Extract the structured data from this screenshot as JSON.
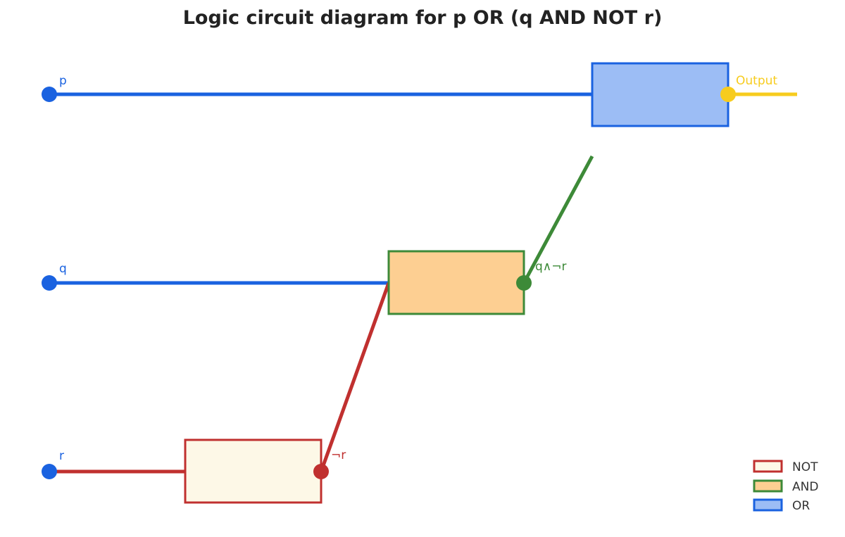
{
  "title": "Logic circuit diagram for p OR (q AND NOT r)",
  "colors": {
    "input": "#1a62e0",
    "not_stroke": "#c0302f",
    "not_fill": "#fdf8e7",
    "and_stroke": "#3d8a38",
    "and_fill": "#fdcf92",
    "or_stroke": "#1a62e0",
    "or_fill": "#9cbdf5",
    "output": "#f7cc1e"
  },
  "inputs": [
    {
      "id": "p",
      "label": "p"
    },
    {
      "id": "q",
      "label": "q"
    },
    {
      "id": "r",
      "label": "r"
    }
  ],
  "gates": [
    {
      "id": "not",
      "type": "NOT",
      "output_label": "¬r"
    },
    {
      "id": "and",
      "type": "AND",
      "output_label": "q∧¬r"
    },
    {
      "id": "or",
      "type": "OR",
      "output_label": "Output"
    }
  ],
  "legend": [
    {
      "key": "not",
      "label": "NOT"
    },
    {
      "key": "and",
      "label": "AND"
    },
    {
      "key": "or",
      "label": "OR"
    }
  ]
}
